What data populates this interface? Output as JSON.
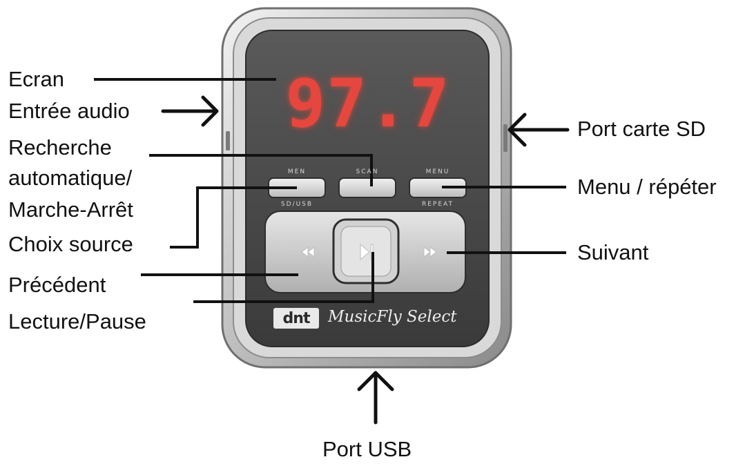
{
  "device": {
    "display_value": "97.7",
    "display_color": "#e5463e",
    "button_top_labels": [
      "MEN",
      "SCAN",
      "MENU"
    ],
    "button_bottom_labels": [
      "SD/USB",
      "REPEAT"
    ],
    "logo_text": "dnt",
    "model_name": "MusicFly Select"
  },
  "labels": {
    "ecran": "Ecran",
    "entree_audio": "Entrée audio",
    "recherche_line1": "Recherche",
    "recherche_line2": "automatique/",
    "recherche_line3": "Marche-Arrêt",
    "choix_source": "Choix source",
    "precedent": "Précédent",
    "lecture_pause": "Lecture/Pause",
    "port_carte_sd": "Port carte SD",
    "menu_repeter": "Menu / répéter",
    "suivant": "Suivant",
    "port_usb": "Port USB"
  }
}
